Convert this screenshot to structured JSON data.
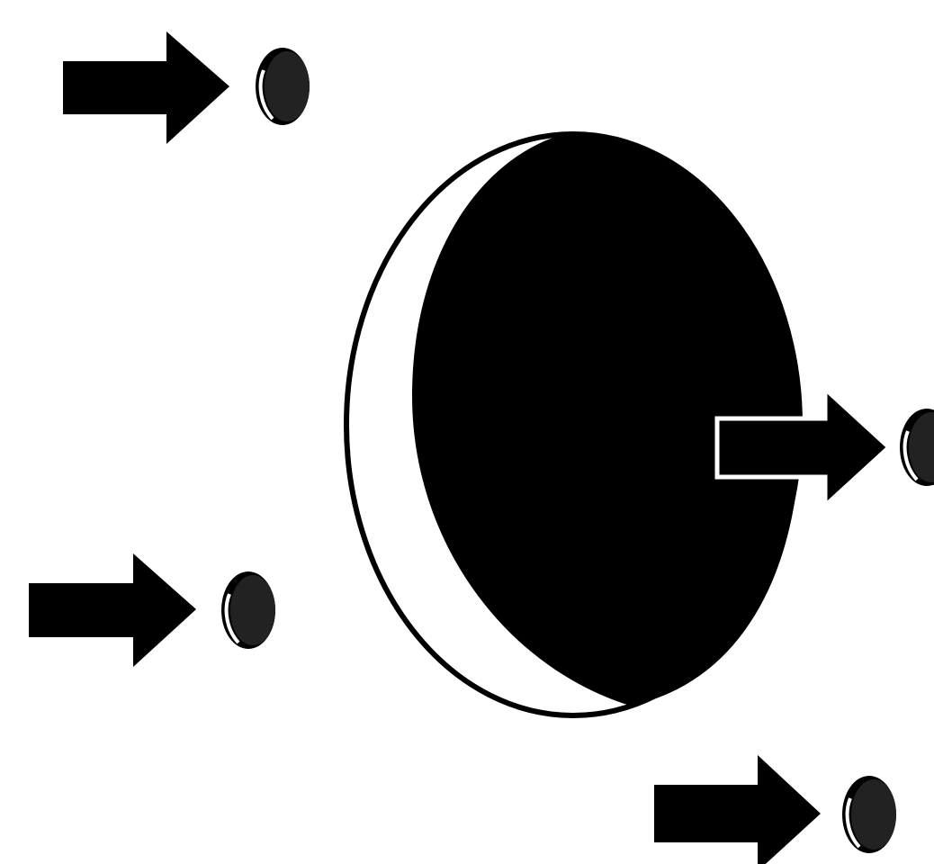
{
  "colors": {
    "background": "#ffffff",
    "ink": "#000000",
    "sphere_fill": "#000000",
    "small_body_fill": "#222222",
    "highlight": "#ffffff"
  },
  "diagram": {
    "central_body": {
      "shape": "large-sphere",
      "shading": "lit-crescent-on-left"
    },
    "arrows": [
      {
        "direction": "right",
        "target": "small-sphere"
      },
      {
        "direction": "right",
        "target": "small-sphere"
      },
      {
        "direction": "right",
        "target": "small-sphere"
      },
      {
        "direction": "right",
        "target": "small-sphere"
      }
    ]
  }
}
